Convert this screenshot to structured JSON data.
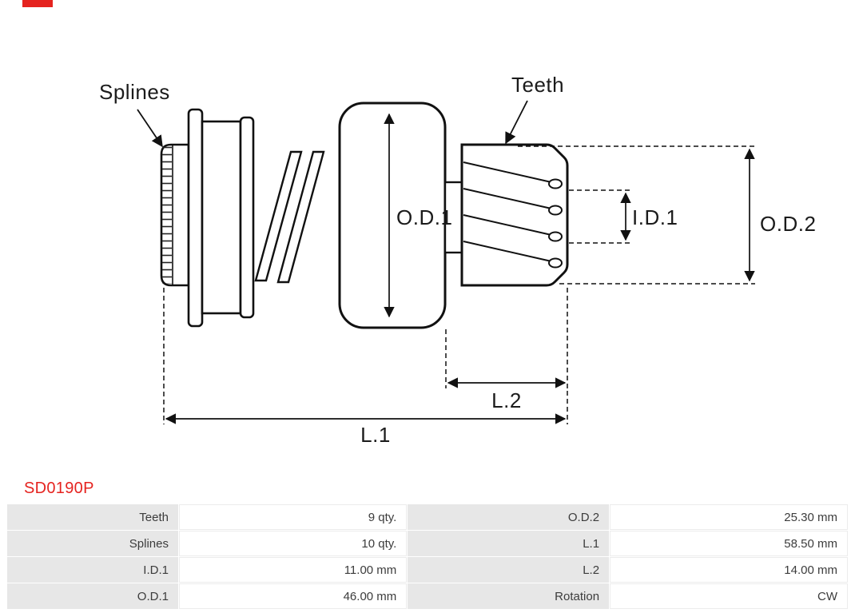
{
  "colors": {
    "accent": "#e5231f"
  },
  "brand": {
    "logo": "logo-fragment"
  },
  "diagram": {
    "labels": {
      "splines": "Splines",
      "teeth": "Teeth",
      "od1": "O.D.1",
      "id1": "I.D.1",
      "od2": "O.D.2",
      "l1": "L.1",
      "l2": "L.2"
    }
  },
  "part": {
    "number": "SD0190P"
  },
  "spec_table": {
    "rows": [
      {
        "label1": "Teeth",
        "value1": "9 qty.",
        "label2": "O.D.2",
        "value2": "25.30 mm"
      },
      {
        "label1": "Splines",
        "value1": "10 qty.",
        "label2": "L.1",
        "value2": "58.50 mm"
      },
      {
        "label1": "I.D.1",
        "value1": "11.00 mm",
        "label2": "L.2",
        "value2": "14.00 mm"
      },
      {
        "label1": "O.D.1",
        "value1": "46.00 mm",
        "label2": "Rotation",
        "value2": "CW"
      }
    ]
  }
}
